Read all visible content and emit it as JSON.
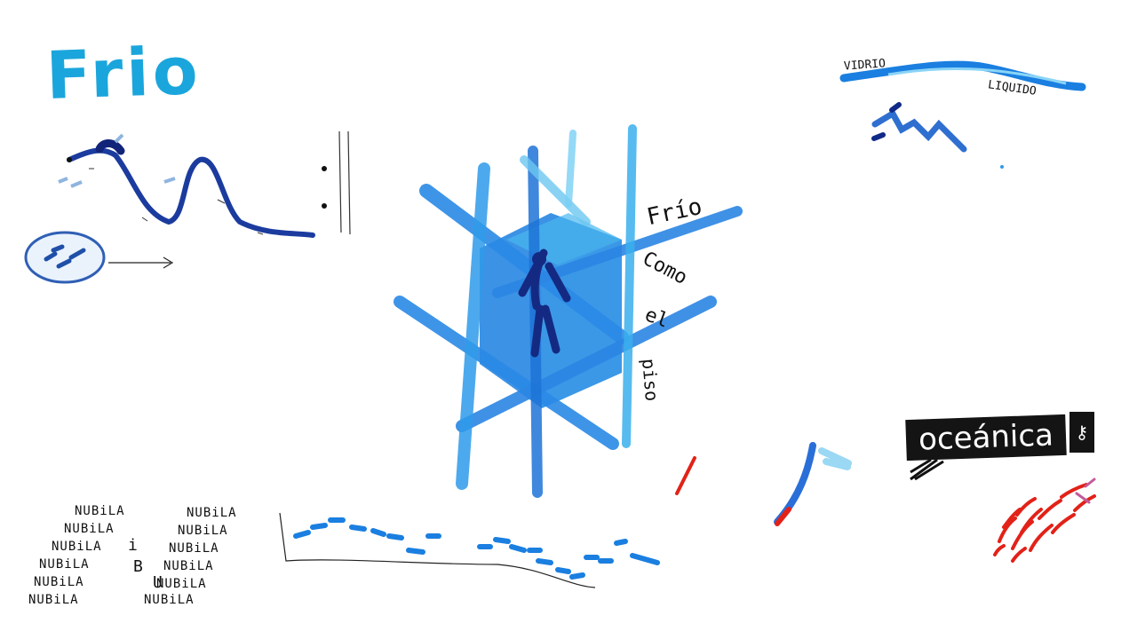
{
  "artwork": {
    "title": "Frio",
    "cube_text": [
      "Frío",
      "Como",
      "el",
      "piso"
    ],
    "glass_text": [
      "VIDRIO",
      "LIQUIDO"
    ],
    "brand": "oceánica",
    "brand_icon": "key-icon",
    "nubila_lines": [
      "NUBiLA",
      "NUBiLA",
      "NUBiLA",
      "NUBiLA",
      "NUBiLA",
      "NUBiLA",
      "NUBiLA",
      "NUBiLA",
      "NUBiLA",
      "NUBiLA",
      "NUBiLA",
      "NUBiLA"
    ],
    "letters": [
      "i",
      "B",
      "U"
    ],
    "colors": {
      "paint_blue": "#1a7fe0",
      "deep_blue": "#1636a8",
      "light_blue": "#48b8f0",
      "red": "#e22218",
      "ink": "#111111"
    }
  }
}
